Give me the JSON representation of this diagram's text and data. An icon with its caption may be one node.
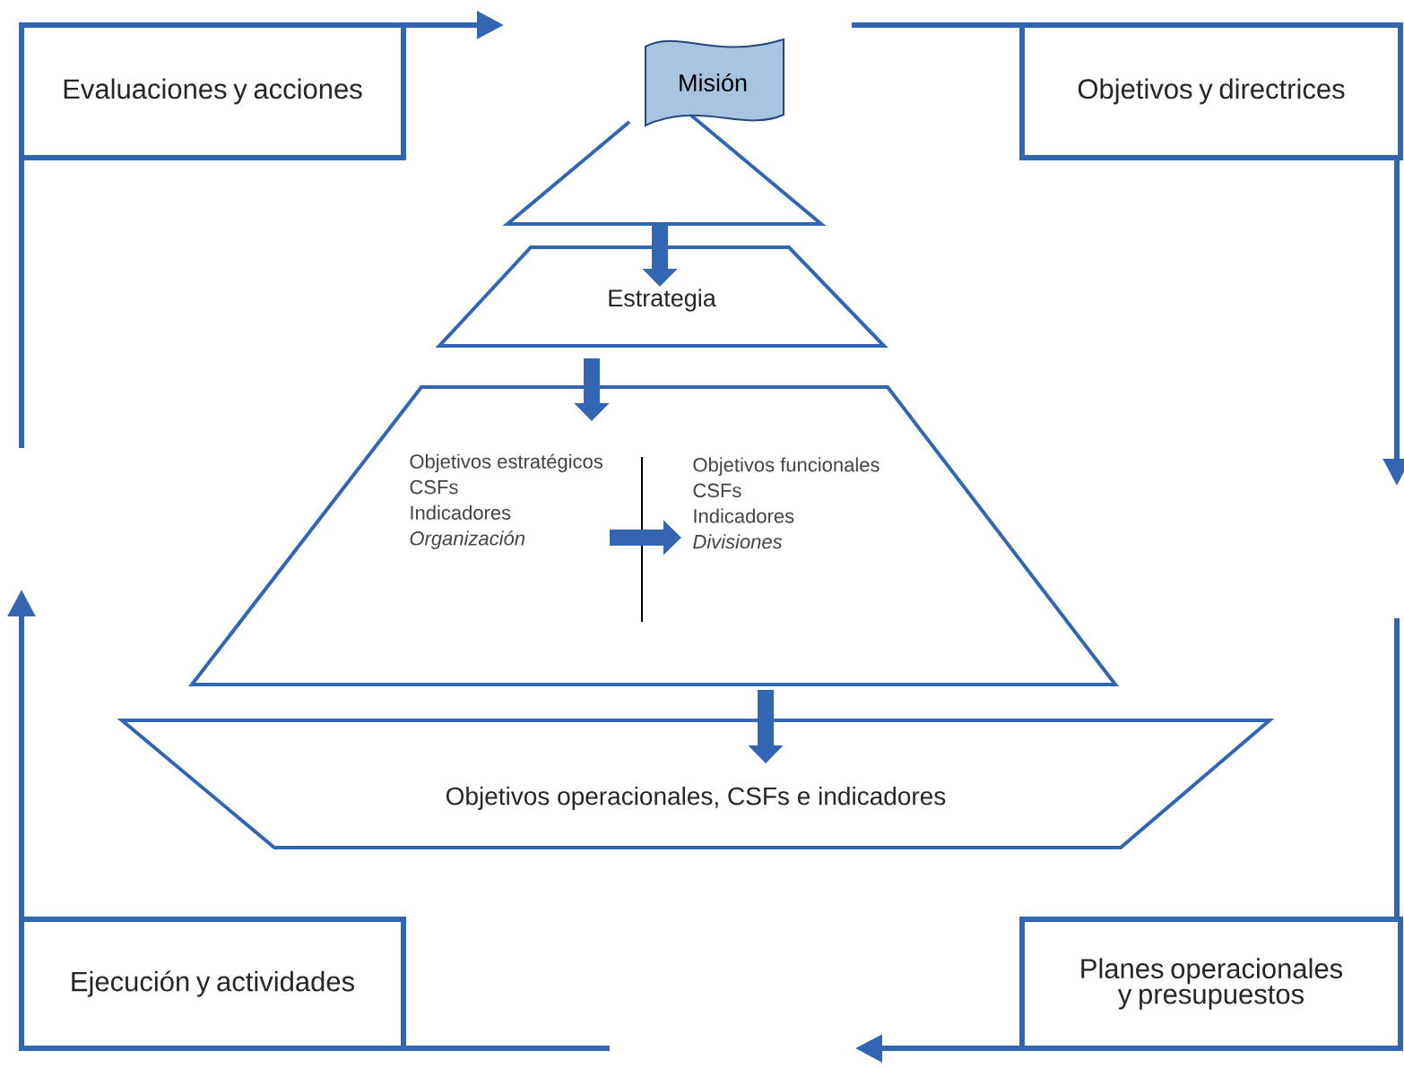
{
  "diagram": {
    "nodes": [
      {
        "text": [
          "Evaluaciones y acciones"
        ]
      },
      {
        "text": [
          "Objetivos y directrices"
        ]
      },
      {
        "text": [],
        "shape": "triangle"
      },
      {
        "text": [
          "Misión"
        ]
      },
      {
        "text": [
          "Estrategia"
        ]
      },
      {
        "text": [],
        "shape": "trapezoid"
      },
      {
        "text": [
          "Objetivos estratégicos",
          "CSFs",
          "Indicadores",
          "Organización"
        ],
        "in": 5
      },
      {
        "text": [
          "Objetivos funcionales",
          "CSFs",
          "Indicadores",
          "Divisiones"
        ],
        "in": 5
      },
      {
        "text": [
          "Objetivos operacionales, CSFs e indicadores"
        ]
      },
      {
        "text": [
          "Planes operacionales y presupuestos"
        ]
      },
      {
        "text": [
          "Ejecución y actividades"
        ]
      }
    ],
    "edges": [
      {
        "from": 0,
        "to": null,
        "arrow": "to"
      },
      {
        "from": null,
        "to": 1,
        "arrow": "none"
      },
      {
        "from": 1,
        "to": null,
        "arrow": "to"
      },
      {
        "from": null,
        "to": 9,
        "arrow": "none"
      },
      {
        "from": 9,
        "to": null,
        "arrow": "to"
      },
      {
        "from": null,
        "to": 10,
        "arrow": "none"
      },
      {
        "from": 10,
        "to": null,
        "arrow": "to"
      },
      {
        "from": null,
        "to": 0,
        "arrow": "none"
      },
      {
        "from": 2,
        "to": 4,
        "arrow": "to",
        "style": "thick"
      },
      {
        "from": 4,
        "to": 5,
        "arrow": "to",
        "style": "thick"
      },
      {
        "from": 6,
        "to": 7,
        "arrow": "to",
        "style": "thick"
      },
      {
        "from": 5,
        "to": 8,
        "arrow": "to",
        "style": "thick"
      }
    ]
  }
}
